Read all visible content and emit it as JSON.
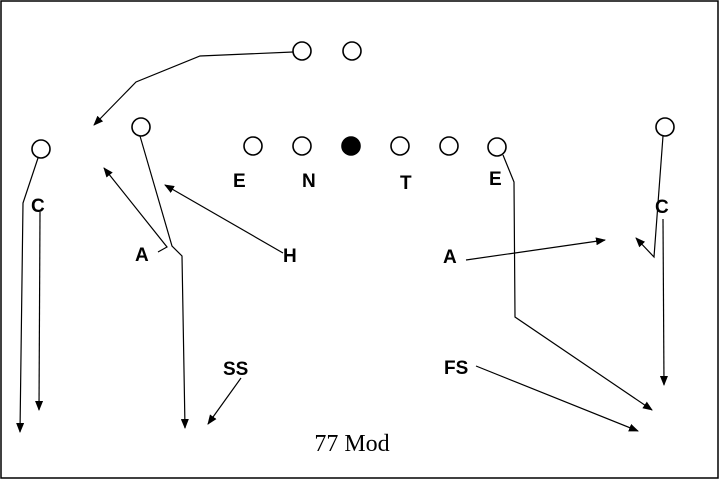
{
  "labels": {
    "e_left": "E",
    "n": "N",
    "t": "T",
    "e_right": "E",
    "c_left": "C",
    "c_right": "C",
    "a_left": "A",
    "h": "H",
    "a_right": "A",
    "ss": "SS",
    "fs": "FS"
  },
  "caption": "77 Mod"
}
